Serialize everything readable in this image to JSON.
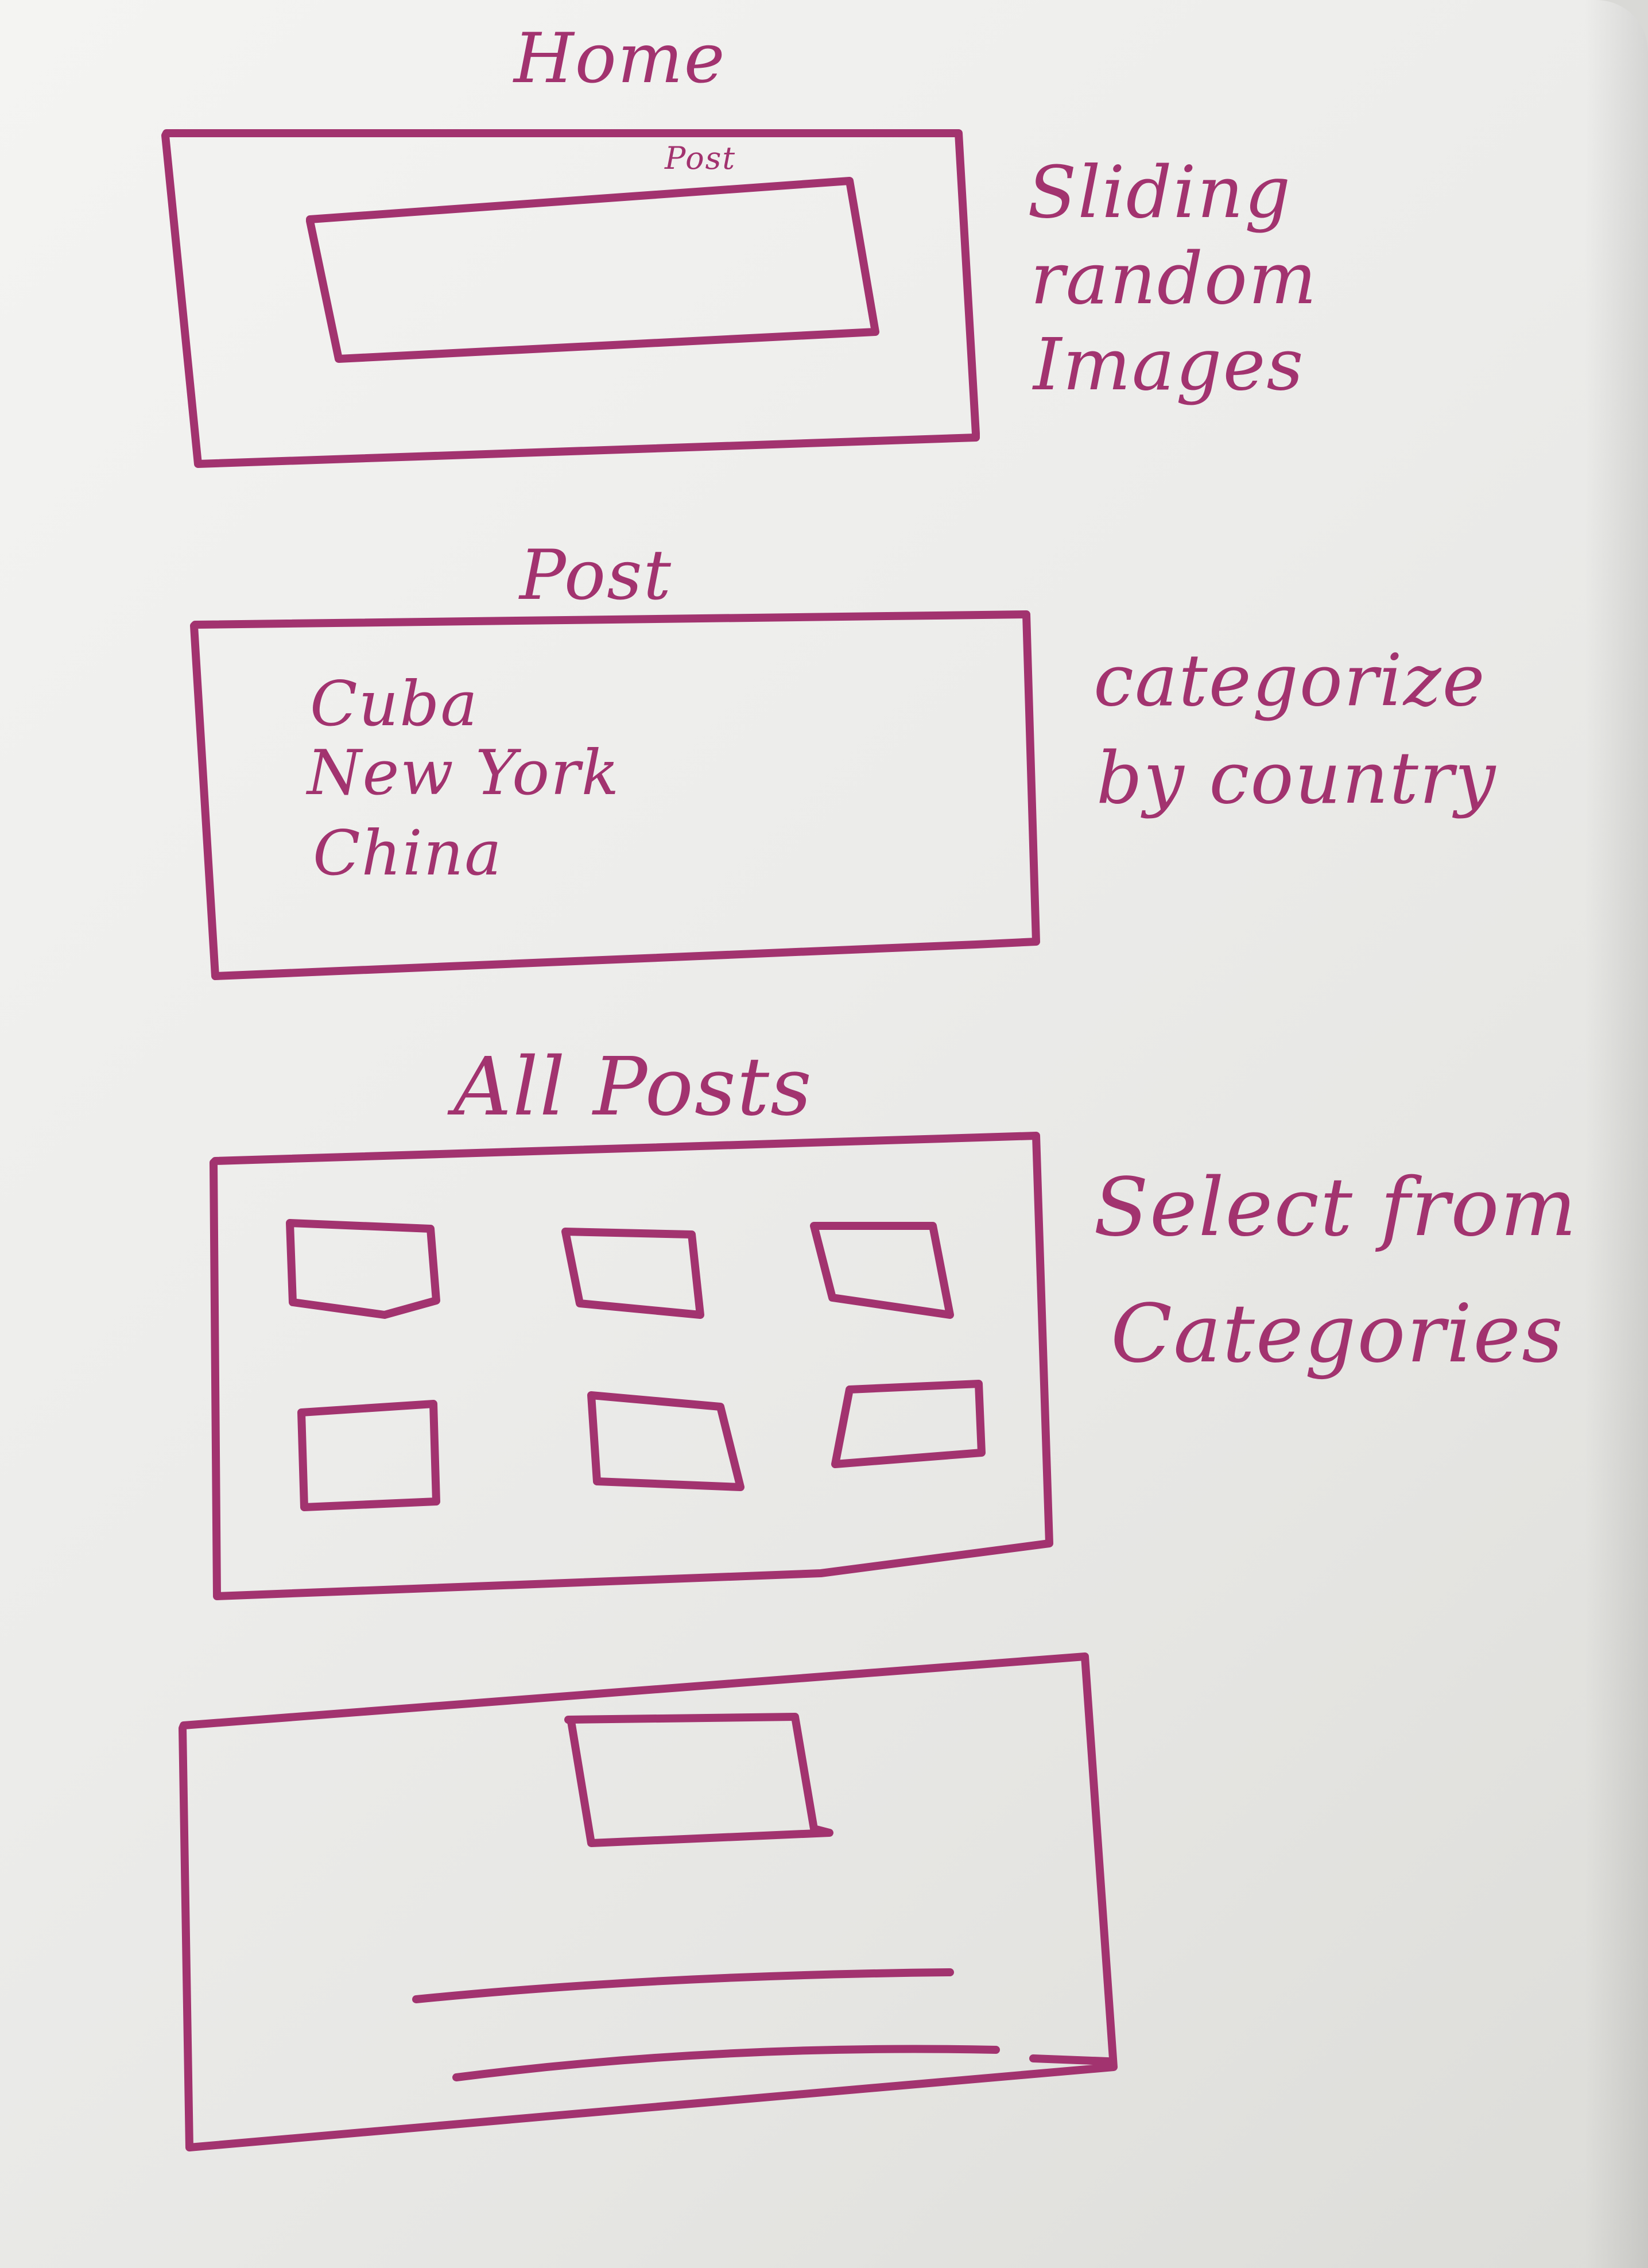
{
  "sections": [
    {
      "id": "home",
      "title": "Home",
      "inner_label": "Post",
      "note_lines": [
        "Sliding",
        "random",
        "Images"
      ]
    },
    {
      "id": "post",
      "title": "Post",
      "list_items": [
        "Cuba",
        "New York",
        "China"
      ],
      "note_lines": [
        "categorize",
        "by country"
      ]
    },
    {
      "id": "all-posts",
      "title": "All Posts",
      "thumbnail_count": 6,
      "note_lines": [
        "Select from",
        "Categories"
      ]
    },
    {
      "id": "post-detail",
      "title": "",
      "note_lines": []
    }
  ],
  "colors": {
    "ink": "#a2336f",
    "board": "#f0f0ee"
  }
}
